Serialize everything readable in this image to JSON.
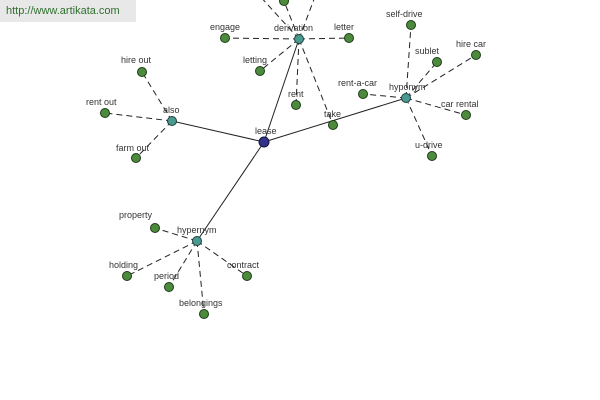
{
  "banner": {
    "url_text": "http://www.artikata.com"
  },
  "graph": {
    "root": {
      "id": "lease",
      "label": "lease"
    },
    "hubs": [
      {
        "id": "derivation",
        "label": "derivation"
      },
      {
        "id": "also",
        "label": "also"
      },
      {
        "id": "hyponym",
        "label": "hyponym"
      },
      {
        "id": "hypernym",
        "label": "hypernym"
      }
    ],
    "leaves": [
      {
        "id": "engage",
        "label": "engage",
        "hub": "derivation"
      },
      {
        "id": "letting",
        "label": "letting",
        "hub": "derivation"
      },
      {
        "id": "rent",
        "label": "rent",
        "hub": "derivation"
      },
      {
        "id": "take",
        "label": "take",
        "hub": "derivation"
      },
      {
        "id": "letter",
        "label": "letter",
        "hub": "derivation"
      },
      {
        "id": "deriv-offscreen-1",
        "label": "",
        "hub": "derivation"
      },
      {
        "id": "deriv-offscreen-2",
        "label": "",
        "hub": "derivation"
      },
      {
        "id": "deriv-offscreen-3",
        "label": "",
        "hub": "derivation"
      },
      {
        "id": "hire-out",
        "label": "hire out",
        "hub": "also"
      },
      {
        "id": "rent-out",
        "label": "rent out",
        "hub": "also"
      },
      {
        "id": "farm-out",
        "label": "farm out",
        "hub": "also"
      },
      {
        "id": "self-drive",
        "label": "self-drive",
        "hub": "hyponym"
      },
      {
        "id": "sublet",
        "label": "sublet",
        "hub": "hyponym"
      },
      {
        "id": "hire-car",
        "label": "hire car",
        "hub": "hyponym"
      },
      {
        "id": "rent-a-car",
        "label": "rent-a-car",
        "hub": "hyponym"
      },
      {
        "id": "car-rental",
        "label": "car rental",
        "hub": "hyponym"
      },
      {
        "id": "u-drive",
        "label": "u-drive",
        "hub": "hyponym"
      },
      {
        "id": "property",
        "label": "property",
        "hub": "hypernym"
      },
      {
        "id": "holding",
        "label": "holding",
        "hub": "hypernym"
      },
      {
        "id": "period",
        "label": "period",
        "hub": "hypernym"
      },
      {
        "id": "belongings",
        "label": "belongings",
        "hub": "hypernym"
      },
      {
        "id": "contract",
        "label": "contract",
        "hub": "hypernym"
      }
    ]
  }
}
